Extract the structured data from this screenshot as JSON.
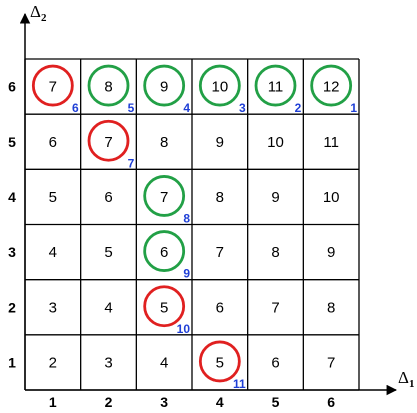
{
  "axes": {
    "x": {
      "symbol": "Δ",
      "subscript": "1"
    },
    "y": {
      "symbol": "Δ",
      "subscript": "2"
    }
  },
  "colors": {
    "red_circle": "#e02020",
    "green_circle": "#22a046",
    "order_label": "#1f3fd6",
    "grid": "#000000"
  },
  "chart_data": {
    "type": "table",
    "x_ticks": [
      "1",
      "2",
      "3",
      "4",
      "5",
      "6"
    ],
    "y_ticks": [
      "1",
      "2",
      "3",
      "4",
      "5",
      "6"
    ],
    "cells": [
      {
        "x": 1,
        "y": 6,
        "value": "7"
      },
      {
        "x": 2,
        "y": 6,
        "value": "8"
      },
      {
        "x": 3,
        "y": 6,
        "value": "9"
      },
      {
        "x": 4,
        "y": 6,
        "value": "10"
      },
      {
        "x": 5,
        "y": 6,
        "value": "11"
      },
      {
        "x": 6,
        "y": 6,
        "value": "12"
      },
      {
        "x": 1,
        "y": 5,
        "value": "6"
      },
      {
        "x": 2,
        "y": 5,
        "value": "7"
      },
      {
        "x": 3,
        "y": 5,
        "value": "8"
      },
      {
        "x": 4,
        "y": 5,
        "value": "9"
      },
      {
        "x": 5,
        "y": 5,
        "value": "10"
      },
      {
        "x": 6,
        "y": 5,
        "value": "11"
      },
      {
        "x": 1,
        "y": 4,
        "value": "5"
      },
      {
        "x": 2,
        "y": 4,
        "value": "6"
      },
      {
        "x": 3,
        "y": 4,
        "value": "7"
      },
      {
        "x": 4,
        "y": 4,
        "value": "8"
      },
      {
        "x": 5,
        "y": 4,
        "value": "9"
      },
      {
        "x": 6,
        "y": 4,
        "value": "10"
      },
      {
        "x": 1,
        "y": 3,
        "value": "4"
      },
      {
        "x": 2,
        "y": 3,
        "value": "5"
      },
      {
        "x": 3,
        "y": 3,
        "value": "6"
      },
      {
        "x": 4,
        "y": 3,
        "value": "7"
      },
      {
        "x": 5,
        "y": 3,
        "value": "8"
      },
      {
        "x": 6,
        "y": 3,
        "value": "9"
      },
      {
        "x": 1,
        "y": 2,
        "value": "3"
      },
      {
        "x": 2,
        "y": 2,
        "value": "4"
      },
      {
        "x": 3,
        "y": 2,
        "value": "5"
      },
      {
        "x": 4,
        "y": 2,
        "value": "6"
      },
      {
        "x": 5,
        "y": 2,
        "value": "7"
      },
      {
        "x": 6,
        "y": 2,
        "value": "8"
      },
      {
        "x": 1,
        "y": 1,
        "value": "2"
      },
      {
        "x": 2,
        "y": 1,
        "value": "3"
      },
      {
        "x": 3,
        "y": 1,
        "value": "4"
      },
      {
        "x": 4,
        "y": 1,
        "value": "5"
      },
      {
        "x": 5,
        "y": 1,
        "value": "6"
      },
      {
        "x": 6,
        "y": 1,
        "value": "7"
      }
    ],
    "circles": [
      {
        "x": 1,
        "y": 6,
        "color": "red",
        "order": "6"
      },
      {
        "x": 2,
        "y": 6,
        "color": "green",
        "order": "5"
      },
      {
        "x": 3,
        "y": 6,
        "color": "green",
        "order": "4"
      },
      {
        "x": 4,
        "y": 6,
        "color": "green",
        "order": "3"
      },
      {
        "x": 5,
        "y": 6,
        "color": "green",
        "order": "2"
      },
      {
        "x": 6,
        "y": 6,
        "color": "green",
        "order": "1"
      },
      {
        "x": 2,
        "y": 5,
        "color": "red",
        "order": "7"
      },
      {
        "x": 3,
        "y": 4,
        "color": "green",
        "order": "8"
      },
      {
        "x": 3,
        "y": 3,
        "color": "green",
        "order": "9"
      },
      {
        "x": 3,
        "y": 2,
        "color": "red",
        "order": "10"
      },
      {
        "x": 4,
        "y": 1,
        "color": "red",
        "order": "11"
      }
    ]
  }
}
